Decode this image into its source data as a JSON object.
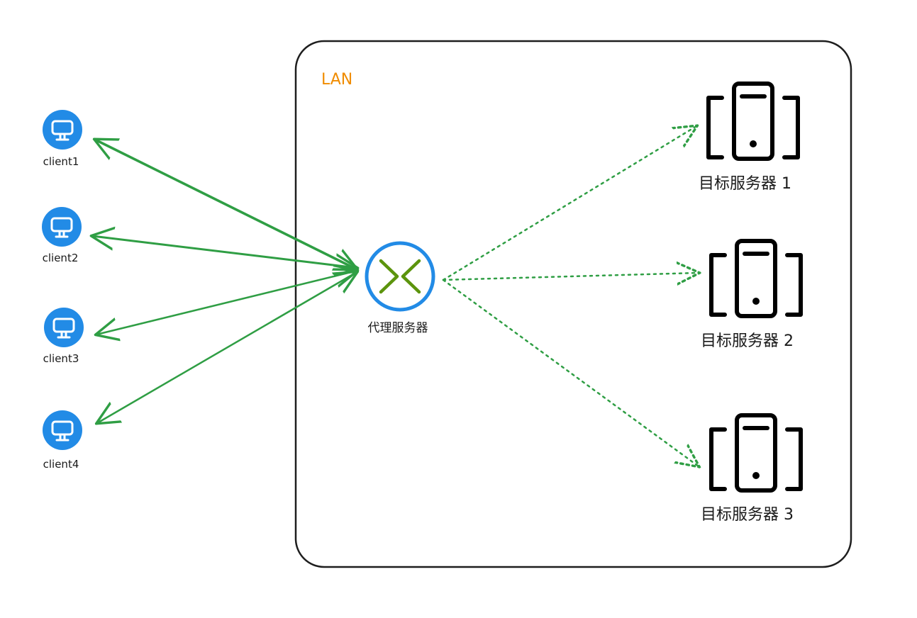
{
  "lan": {
    "label": "LAN",
    "label_color": "#f08c00"
  },
  "proxy": {
    "label": "代理服务器",
    "icon": "proxy-icon"
  },
  "clients": [
    {
      "label": "client1",
      "icon": "monitor-icon"
    },
    {
      "label": "client2",
      "icon": "monitor-icon"
    },
    {
      "label": "client3",
      "icon": "monitor-icon"
    },
    {
      "label": "client4",
      "icon": "monitor-icon"
    }
  ],
  "servers": [
    {
      "label": "目标服务器 1",
      "icon": "server-icon"
    },
    {
      "label": "目标服务器 2",
      "icon": "server-icon"
    },
    {
      "label": "目标服务器 3",
      "icon": "server-icon"
    }
  ],
  "colors": {
    "client_icon": "#228be6",
    "proxy_ring": "#228be6",
    "proxy_glyph": "#5c940d",
    "arrow": "#2f9e44",
    "frame": "#1e1e1e"
  }
}
